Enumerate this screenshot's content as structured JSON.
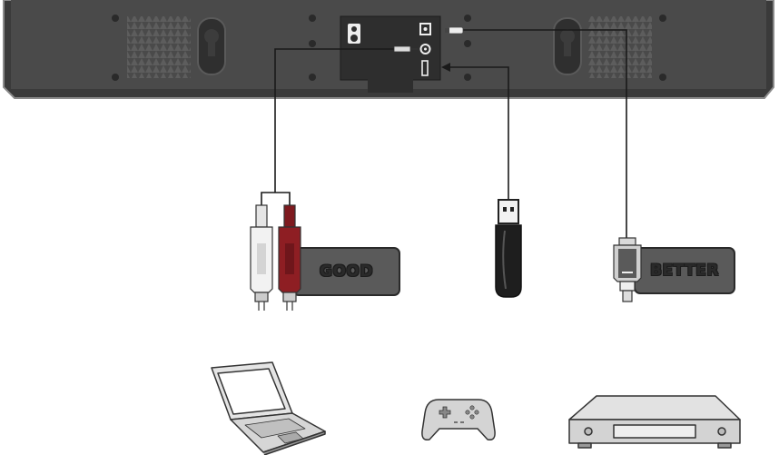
{
  "labels": {
    "good": "GOOD",
    "better": "BETTER"
  },
  "colors": {
    "soundbar_body": "#4a4a4a",
    "soundbar_edge": "#3a3a3a",
    "panel": "#2e2e2e",
    "label_fill": "#5a5a5a",
    "rca_white": "#efefef",
    "rca_red": "#8e1e23",
    "cable": "#1a1a1a",
    "device_fill": "#d6d6d6",
    "device_stroke": "#333333"
  },
  "icons": [
    "soundbar",
    "speaker-icon",
    "optical-port-icon",
    "aux-port-icon",
    "usb-port-icon",
    "rca-plug-icon",
    "usb-stick-icon",
    "optical-plug-icon",
    "laptop-icon",
    "gamepad-icon",
    "dvd-player-icon"
  ]
}
